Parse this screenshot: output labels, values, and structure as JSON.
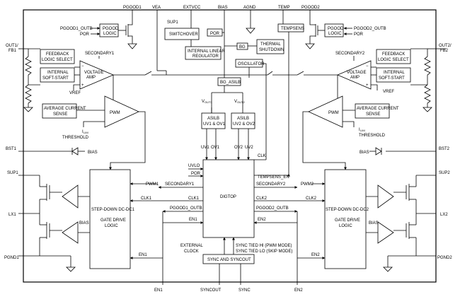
{
  "pins": {
    "pgood1": "PGOOD1",
    "vea": "VEA",
    "extvcc": "EXTVCC",
    "bias": "BIAS",
    "agnd": "AGND",
    "temp": "TEMP",
    "pgood2": "PGOOD2",
    "out1": "OUT1/",
    "fb1": "FB1",
    "out2": "OUT2/",
    "fb2": "FB2",
    "bst1": "BST1",
    "sup1": "SUP1",
    "lx1": "LX1",
    "pgnd1": "PGND1",
    "bst2": "BST2",
    "sup2": "SUP2",
    "lx2": "LX2",
    "pgnd2": "PGND2",
    "en1": "EN1",
    "syncout": "SYNCOUT",
    "sync": "SYNC",
    "en2": "EN2"
  },
  "blocks": {
    "pgood_logic1": [
      "PGOOD",
      "LOGIC"
    ],
    "pgood_logic2": [
      "PGOOD",
      "LOGIC"
    ],
    "switchover": "SWITCHOVER",
    "sup1_label": "SUP1",
    "lin_reg": [
      "INTERNAL LINEAR",
      "REGULATOR"
    ],
    "por_box": "POR",
    "bg_small": "BG",
    "thermal": [
      "THERMAL",
      "SHUTDOWN"
    ],
    "tempsens": "TEMPSENS",
    "oscillator": "OSCILLATOR",
    "bg_asilb": "BG_ASILB",
    "asilb1": [
      "ASILB",
      "UV1 & OV1"
    ],
    "asilb2": [
      "ASILB",
      "UV2 & OV2"
    ],
    "fb_select1": [
      "FEEDBACK",
      "LOGIC SELECT"
    ],
    "soft_start1": [
      "INTERNAL",
      "SOFT-START"
    ],
    "fb_select2": [
      "FEEDBACK",
      "LOGIC SELECT"
    ],
    "soft_start2": [
      "INTERNAL",
      "SOFT-START"
    ],
    "avg_sense1": [
      "AVERAGE CURRENT",
      "SENSE"
    ],
    "avg_sense2": [
      "AVERAGE CURRENT",
      "SENSE"
    ],
    "dc1": [
      "STEP-DOWN DC-DC1",
      "GATE DRIVE",
      "LOGIC"
    ],
    "dc2": [
      "STEP-DOWN DC-DC2",
      "GATE DRIVE",
      "LOGIC"
    ],
    "digtop": "DIGTOP",
    "sync_block": "SYNC AND SYNCOUT"
  },
  "labels": {
    "pgood1_outb": "PGOOD1_OUTB",
    "por": "POR",
    "pgood2_outb": "PGOOD2_OUTB",
    "por2": "POR",
    "secondary1": "SECONDARY1",
    "secondary2": "SECONDARY2",
    "voltage_amp": [
      "VOLTAGE",
      "AMP"
    ],
    "vref": "VREF",
    "pwm": "PWM",
    "ilim": "I",
    "ilim_sub": "LIM",
    "threshold": "THRESHOLD",
    "bias": "BIAS",
    "vout1": "V",
    "vout1_sub": "OUT1",
    "vout2": "V",
    "vout2_sub": "OUT2",
    "uv1": "UV1",
    "ov1": "OV1",
    "ov2": "OV2",
    "uv2": "UV2",
    "clk": "CLK",
    "uvlo": "UVLO",
    "tempsens_en": "TEMPSENS_EN",
    "pwm1": "PWM1",
    "pwm2": "PWM2",
    "clk1": "CLK1",
    "clk2": "CLK2",
    "en1": "EN1",
    "en2": "EN2",
    "external_clock": [
      "EXTERNAL",
      "CLOCK"
    ],
    "sync_hi": "SYNC TIED HI (PWM MODE)",
    "sync_lo": "SYNC TIED LO (SKIP MODE)"
  }
}
